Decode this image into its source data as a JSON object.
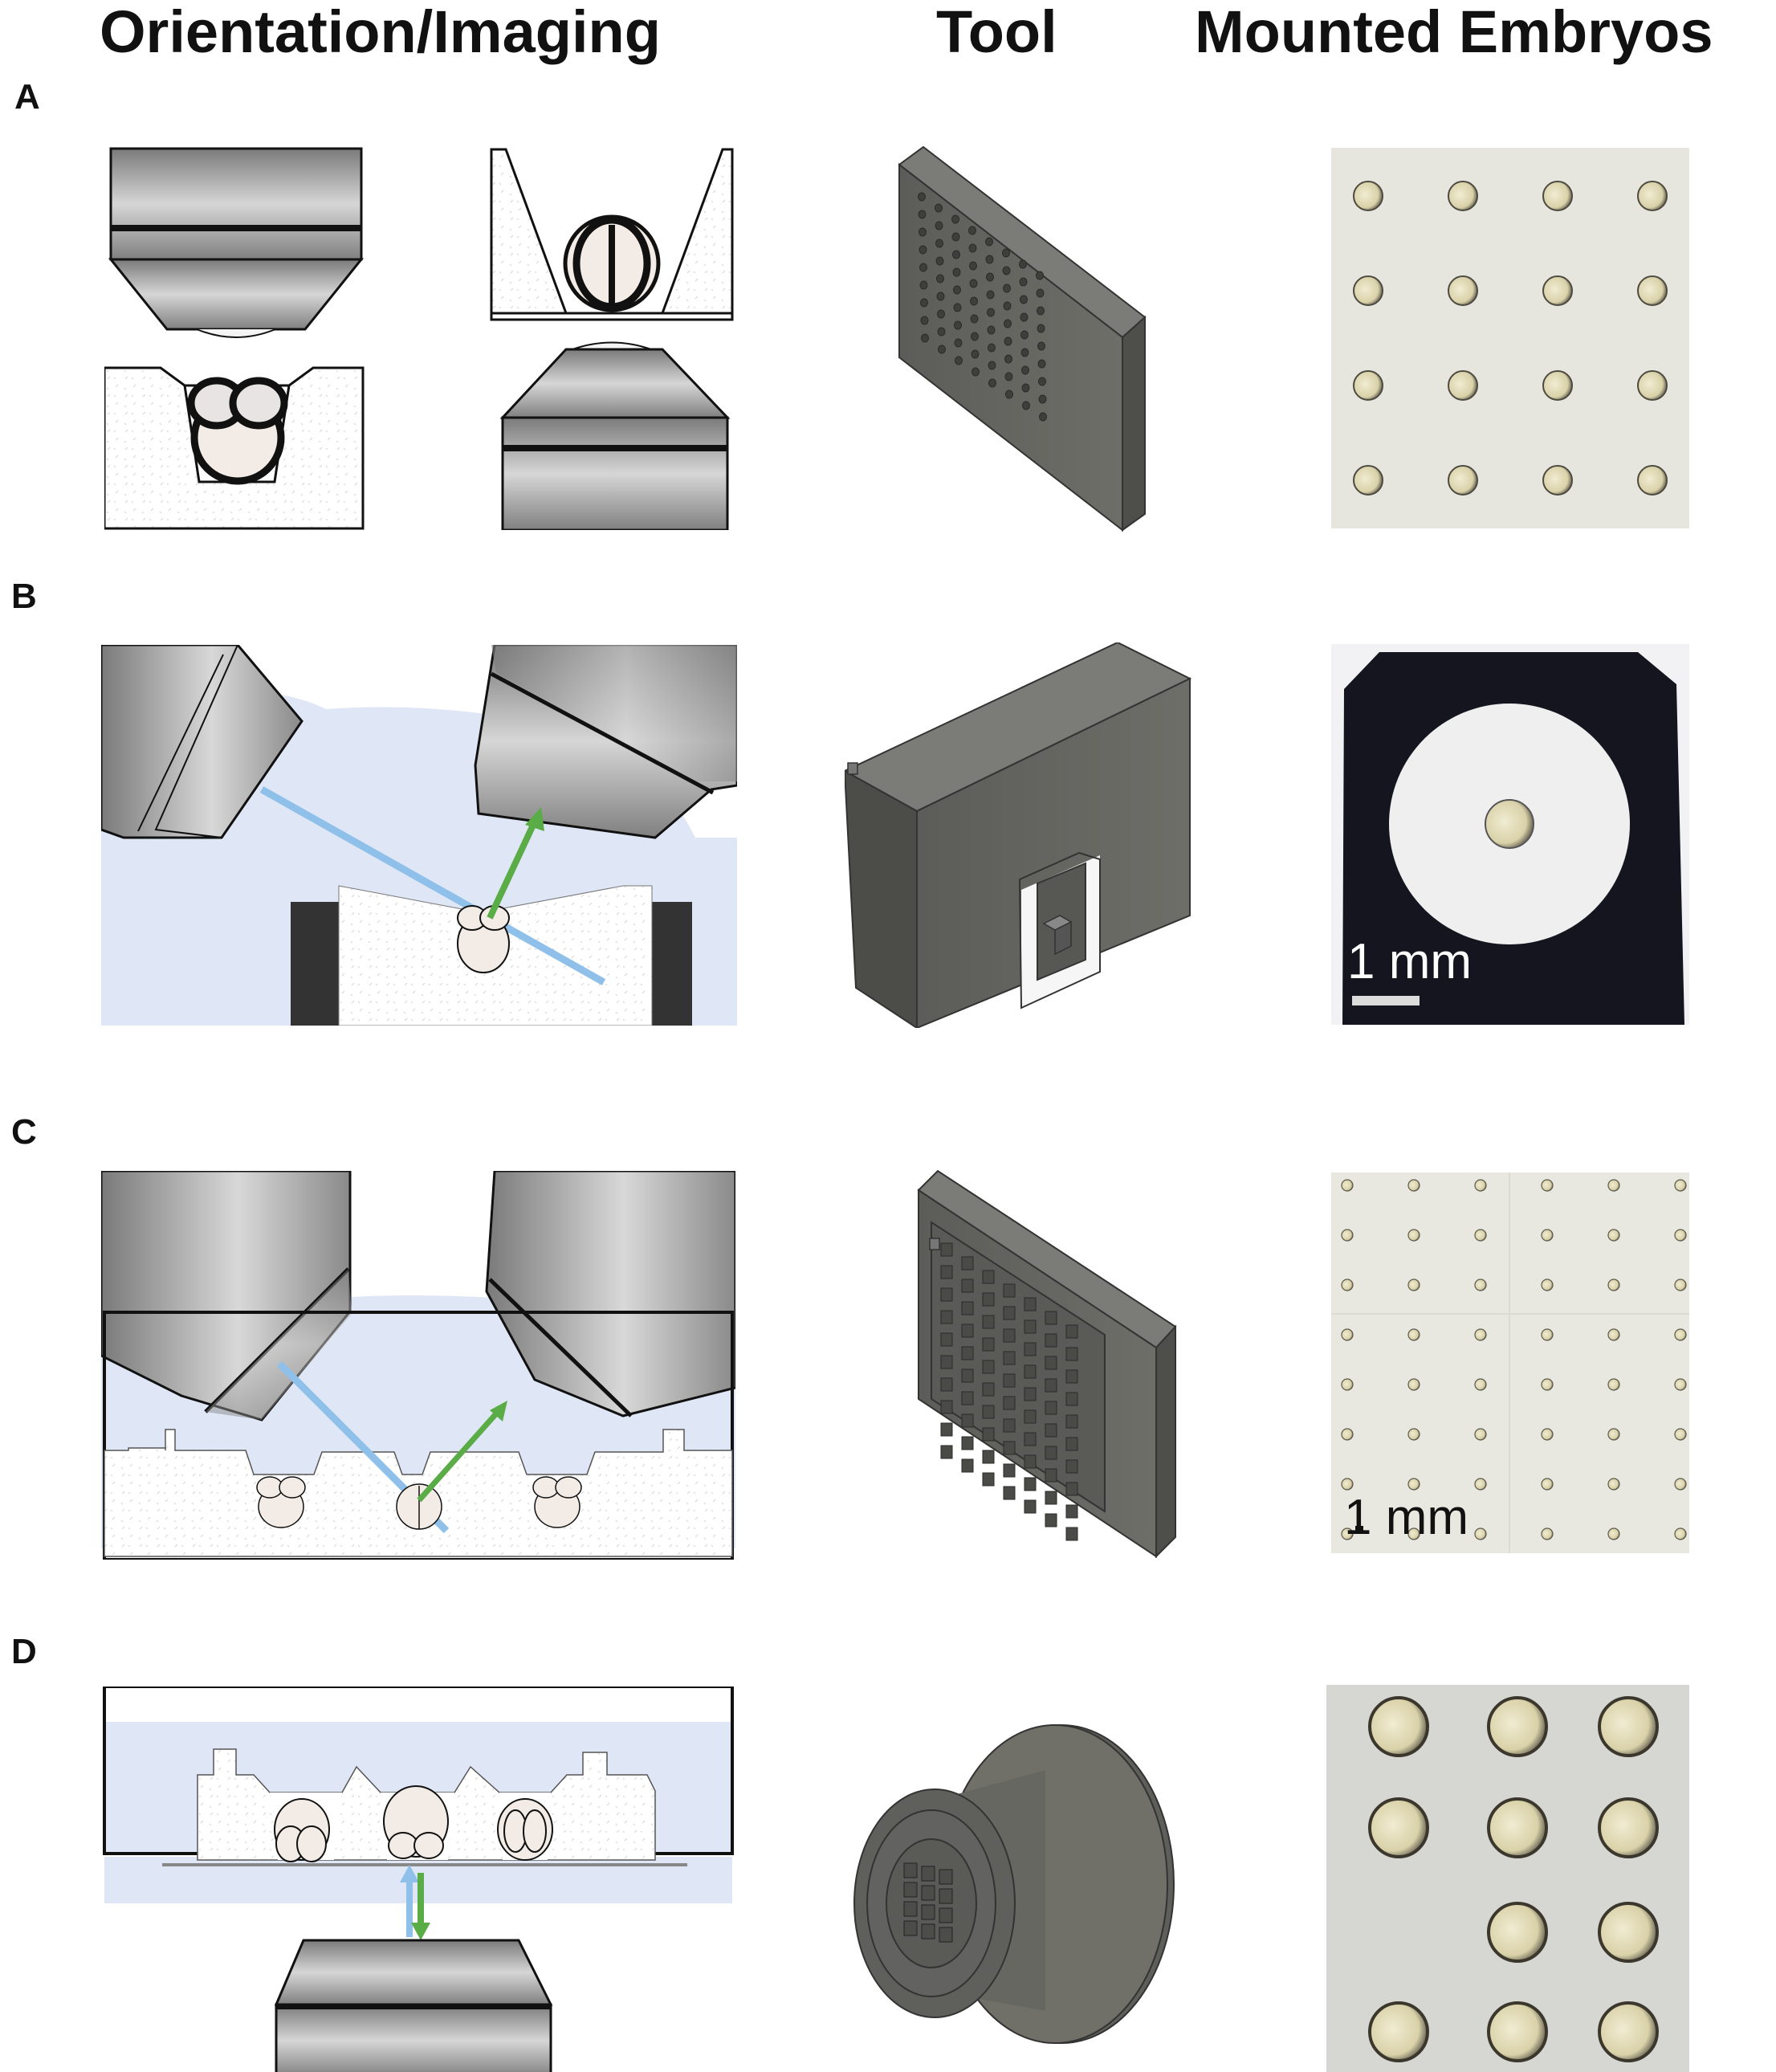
{
  "figure": {
    "columns": {
      "orientation": "Orientation/Imaging",
      "tool": "Tool",
      "mounted": "Mounted Embryos"
    },
    "rows": [
      {
        "letter": "A"
      },
      {
        "letter": "B",
        "scale_bar": ""
      },
      {
        "letter": "C"
      },
      {
        "letter": "D"
      }
    ],
    "scale_bars": {
      "b": "1 mm",
      "c": "1 mm"
    }
  },
  "colors": {
    "objective_gray": "#9a9a9a",
    "medium_blue": "#dfe6f5",
    "excitation_beam": "#8fc0ea",
    "emission_arrow": "#5aac47",
    "tool_gray": "#5f5f5b",
    "embryo_fill": "#f3ece6",
    "photo_background": "#e6e5dc",
    "dark_mount": "#151520"
  },
  "icons": {
    "objective": "objective-lens-icon",
    "embryo": "embryo-icon"
  }
}
